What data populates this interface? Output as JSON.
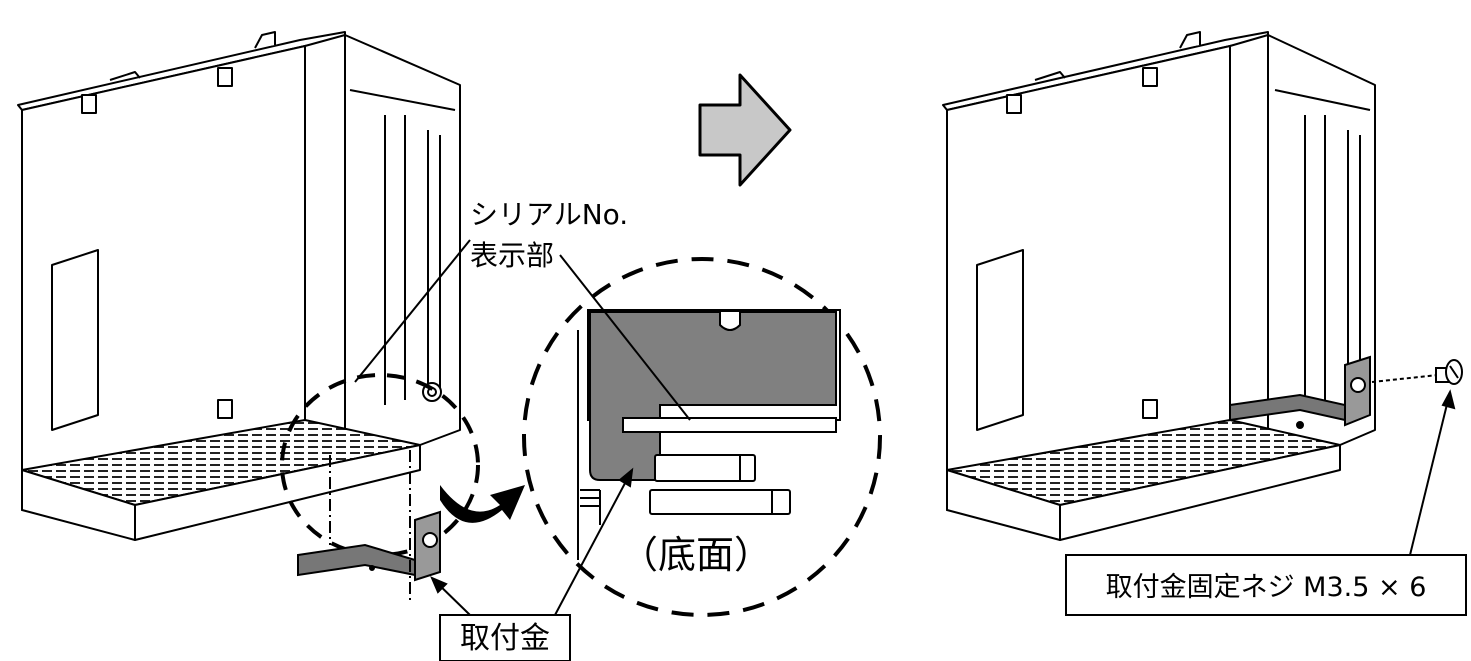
{
  "labels": {
    "serial_line1": "シリアルNo.",
    "serial_line2": "表示部",
    "bottom_view": "（底面）",
    "bracket": "取付金",
    "screw": "取付金固定ネジ M3.5 × 6"
  }
}
